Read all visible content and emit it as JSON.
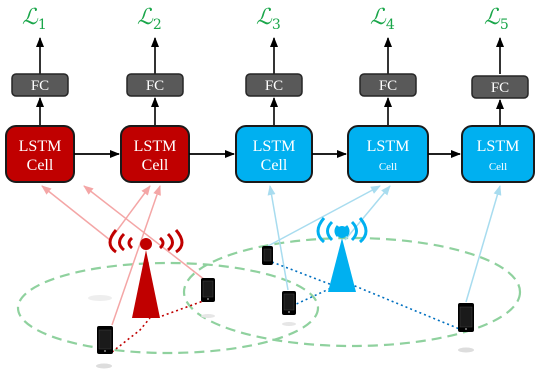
{
  "colors": {
    "loss_green": "#1aa64a",
    "fc_fill": "#595959",
    "fc_stroke": "#262626",
    "cell_red": "#c00000",
    "cell_blue": "#00b0f0",
    "cell_stroke": "#1a1a1a",
    "arrow": "#000000",
    "red_link": "#f4a6a6",
    "blue_link": "#a8dcef",
    "ellipse": "#8fd19e",
    "red_dotted": "#c00000",
    "blue_dotted": "#0070c0"
  },
  "units": [
    {
      "loss": "ℒ",
      "index": "1",
      "fc": "FC",
      "cell_line1": "LSTM",
      "cell_line2": "Cell",
      "group": "red"
    },
    {
      "loss": "ℒ",
      "index": "2",
      "fc": "FC",
      "cell_line1": "LSTM",
      "cell_line2": "Cell",
      "group": "red"
    },
    {
      "loss": "ℒ",
      "index": "3",
      "fc": "FC",
      "cell_line1": "LSTM",
      "cell_line2": "Cell",
      "group": "blue"
    },
    {
      "loss": "ℒ",
      "index": "4",
      "fc": "FC",
      "cell_line1": "LSTM",
      "cell_line2": "Cell",
      "group": "blue"
    },
    {
      "loss": "ℒ",
      "index": "5",
      "fc": "FC",
      "cell_line1": "LSTM",
      "cell_line2": "Cell",
      "group": "blue"
    }
  ],
  "icons": {
    "base_station_red": "cell-tower-red-icon",
    "base_station_blue": "cell-tower-blue-icon",
    "device": "smartphone-icon"
  }
}
